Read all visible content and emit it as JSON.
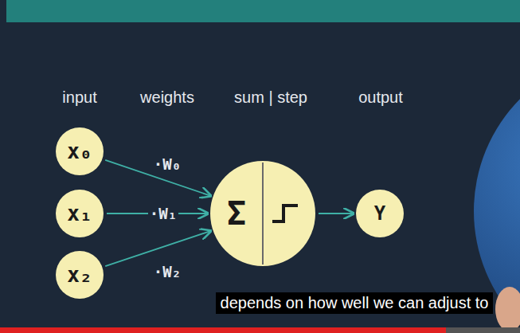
{
  "diagram": {
    "nodes": [
      {
        "text": [
          "x₀"
        ]
      },
      {
        "text": [
          "x₁"
        ]
      },
      {
        "text": [
          "x₂"
        ]
      },
      {
        "text": [
          "Σ"
        ]
      },
      {
        "text": [
          "Y"
        ]
      }
    ],
    "edges": [
      {
        "from": 0,
        "to": 3,
        "label": "·W₀",
        "arrow": "to"
      },
      {
        "from": 1,
        "to": 3,
        "label": "·W₁",
        "arrow": "to"
      },
      {
        "from": 2,
        "to": 3,
        "label": "·W₂",
        "arrow": "to"
      },
      {
        "from": 3,
        "to": 4,
        "arrow": "to"
      }
    ],
    "labels": [
      "input",
      "weights",
      "sum | step",
      "output",
      "depends on how well we can adjust to"
    ]
  }
}
